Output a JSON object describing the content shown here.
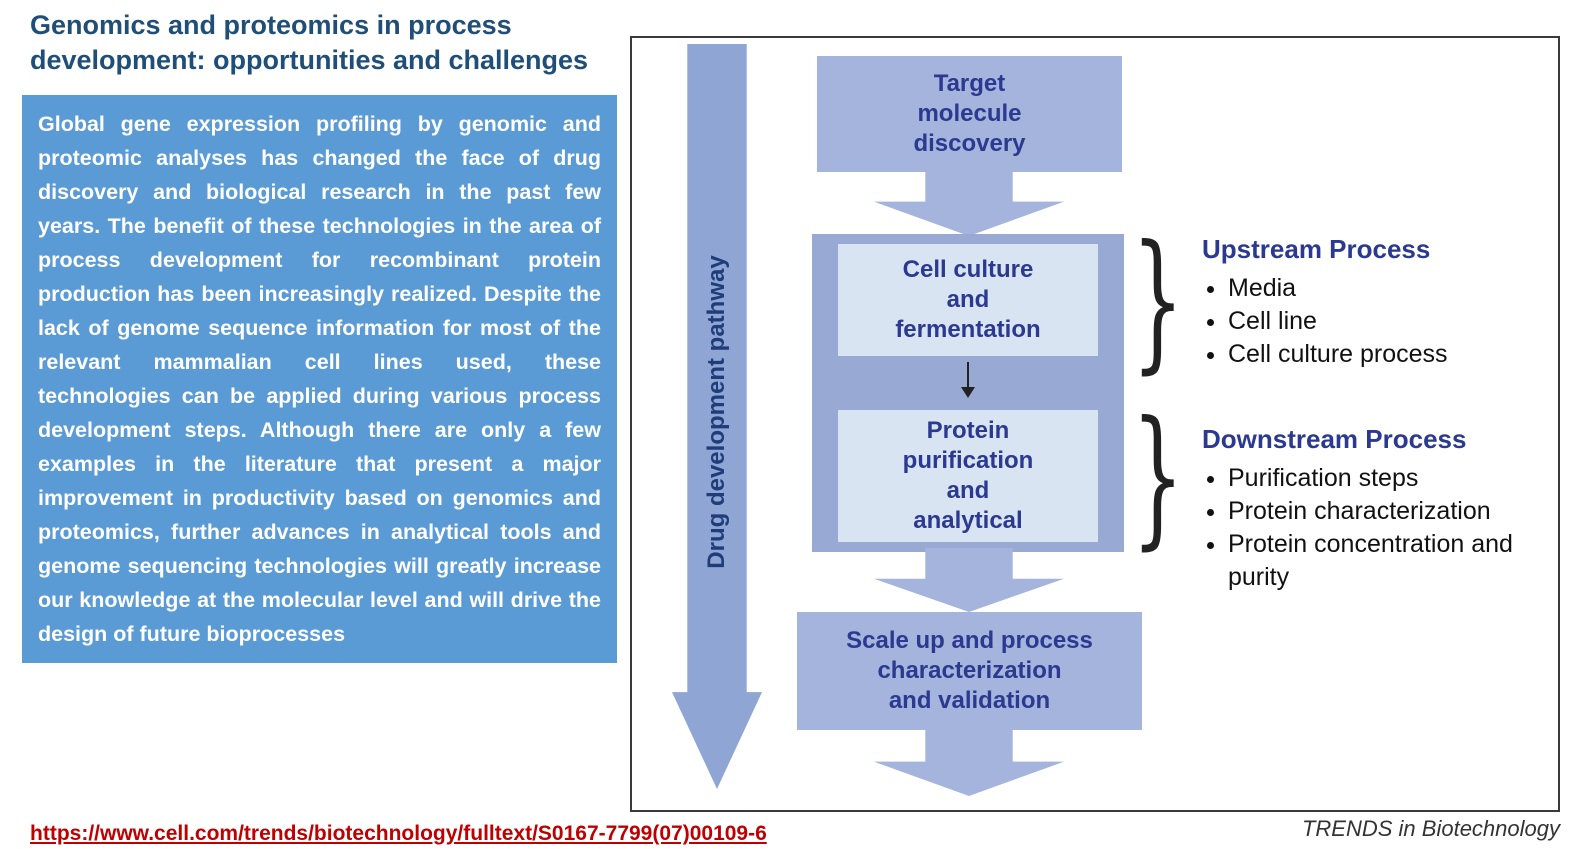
{
  "header": {
    "title": "Genomics and proteomics in process development: opportunities and challenges"
  },
  "abstract": {
    "text": "Global gene expression profiling by genomic and proteomic analyses has changed the face of drug discovery and biological research in the past few years. The benefit of these technologies in the area of process development for recombinant protein production has been increasingly realized. Despite the lack of genome sequence information for most of the relevant mammalian cell lines used, these technologies can be applied during various process development steps. Although there are only a few examples in the literature that present a major improvement in productivity based on genomics and proteomics, further advances in analytical tools and genome sequencing technologies will greatly increase our knowledge at the molecular level and will drive the design of future bioprocesses"
  },
  "source_link": {
    "url": "https://www.cell.com/trends/biotechnology/fulltext/S0167-7799(07)00109-6"
  },
  "figure": {
    "pathway_label": "Drug development pathway",
    "nodes": {
      "target": {
        "lines": [
          "Target",
          "molecule",
          "discovery"
        ]
      },
      "cell_culture": {
        "lines": [
          "Cell culture",
          "and",
          "fermentation"
        ]
      },
      "protein_purification": {
        "lines": [
          "Protein",
          "purification",
          "and",
          "analytical"
        ]
      },
      "scale_up": {
        "lines": [
          "Scale up and process",
          "characterization",
          "and validation"
        ]
      }
    },
    "upstream": {
      "heading": "Upstream Process",
      "items": [
        "Media",
        "Cell line",
        "Cell culture process"
      ]
    },
    "downstream": {
      "heading": "Downstream Process",
      "items": [
        "Purification steps",
        "Protein characterization",
        "Protein concentration and purity"
      ]
    },
    "icons": {
      "brace": "}"
    },
    "caption": "TRENDS in Biotechnology"
  },
  "colors": {
    "abstract_bg": "#5b9bd5",
    "title_navy": "#1f4e79",
    "node_fill": "#a4b4dc",
    "group_fill": "#98a9d4",
    "inner_fill": "#d9e4f2",
    "diagram_text_navy": "#2b3990",
    "link_red": "#c00000"
  }
}
